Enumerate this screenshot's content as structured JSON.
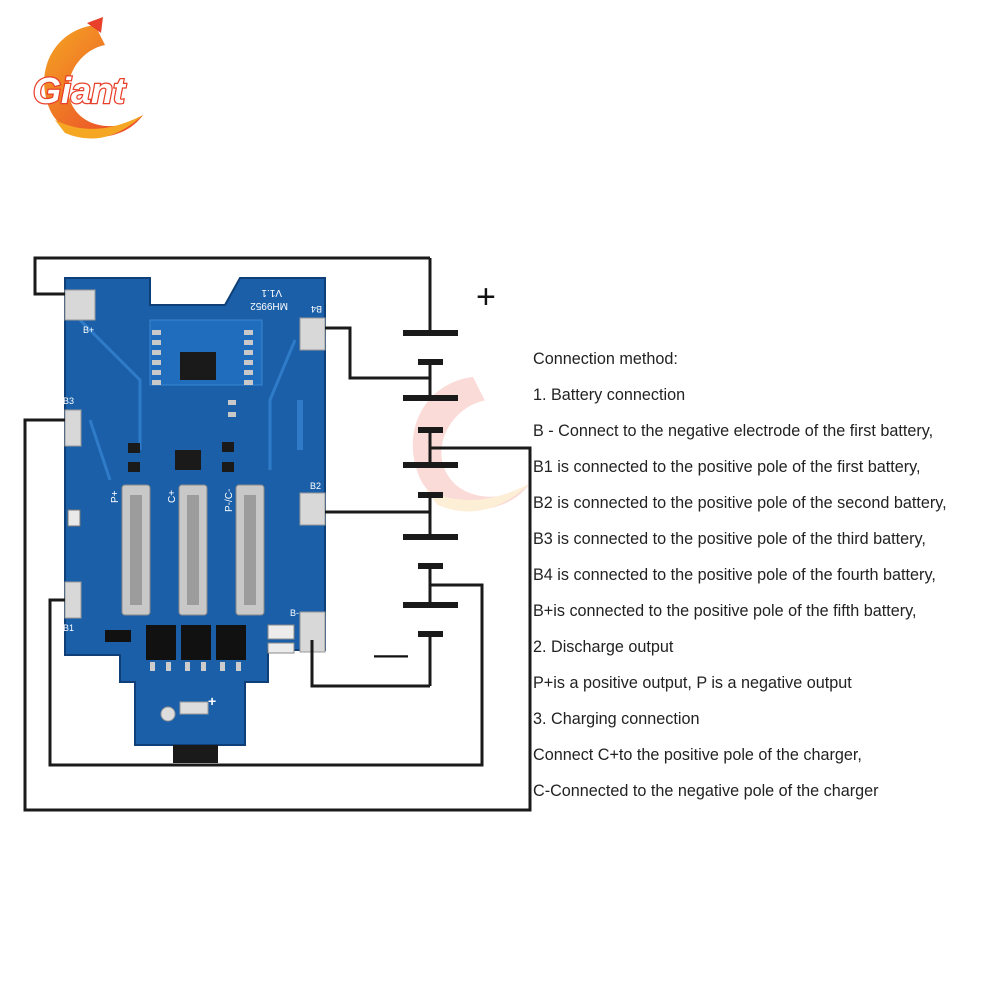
{
  "logo": {
    "text": "Giant",
    "colors": {
      "primary": "#e8402a",
      "secondary": "#f5a623"
    }
  },
  "board": {
    "version": "V1.1",
    "model": "MH9952",
    "pads": {
      "b_plus": "B+",
      "b3": "B3",
      "b1": "B1",
      "b4": "B4",
      "b2": "B2",
      "b_minus": "B-"
    },
    "terminals": {
      "p_plus": "P+",
      "c_plus": "C+",
      "pc_minus": "P-/C-"
    },
    "plus_mark": "+",
    "colors": {
      "pcb": "#1a5fa8",
      "pad": "#d8d8d8",
      "wire": "#1a1a1a"
    }
  },
  "battery_signs": {
    "positive": "+",
    "negative": "—"
  },
  "instructions": [
    "Connection method:",
    "1. Battery connection",
    "B - Connect to the negative electrode of the first battery,",
    "B1 is connected to the positive pole of the first battery,",
    "B2 is connected to the positive pole of the second battery,",
    "B3 is connected to the positive pole of the third battery,",
    "B4 is connected to the positive pole of the fourth battery,",
    "B+is connected to the positive pole of the fifth battery,",
    "2. Discharge output",
    "P+is a positive output, P is a negative output",
    "3. Charging connection",
    "Connect C+to the positive pole of the charger,",
    "C-Connected to the negative pole of the charger"
  ]
}
